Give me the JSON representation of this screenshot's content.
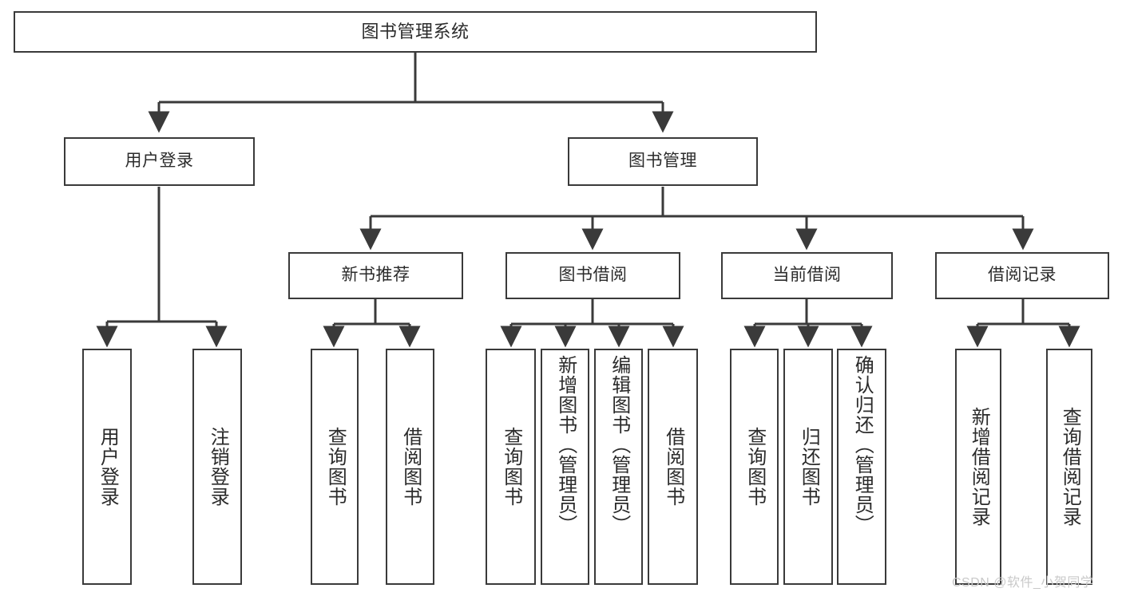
{
  "diagram": {
    "title": "图书管理系统",
    "type": "tree-hierarchy-chart",
    "line_color": "#3a3a3a",
    "box_fill": "#ffffff",
    "text_color": "#2b2b2b",
    "root": {
      "label": "图书管理系统"
    },
    "level2": [
      {
        "label": "用户登录"
      },
      {
        "label": "图书管理"
      }
    ],
    "level3": [
      {
        "label": "新书推荐"
      },
      {
        "label": "图书借阅"
      },
      {
        "label": "当前借阅"
      },
      {
        "label": "借阅记录"
      }
    ],
    "leaves": {
      "user_login": [
        {
          "label": "用户登录"
        },
        {
          "label": "注销登录"
        }
      ],
      "new_book_recommend": [
        {
          "label": "查询图书"
        },
        {
          "label": "借阅图书"
        }
      ],
      "book_borrow": [
        {
          "label": "查询图书"
        },
        {
          "label": "新增图书（管理员）"
        },
        {
          "label": "编辑图书（管理员）"
        },
        {
          "label": "借阅图书"
        }
      ],
      "current_borrow": [
        {
          "label": "查询图书"
        },
        {
          "label": "归还图书"
        },
        {
          "label": "确认归还（管理员）"
        }
      ],
      "borrow_record": [
        {
          "label": "新增借阅记录"
        },
        {
          "label": "查询借阅记录"
        }
      ]
    }
  },
  "watermark": {
    "text": "CSDN @软件_小贺同学",
    "color": "#c9c9c9"
  }
}
